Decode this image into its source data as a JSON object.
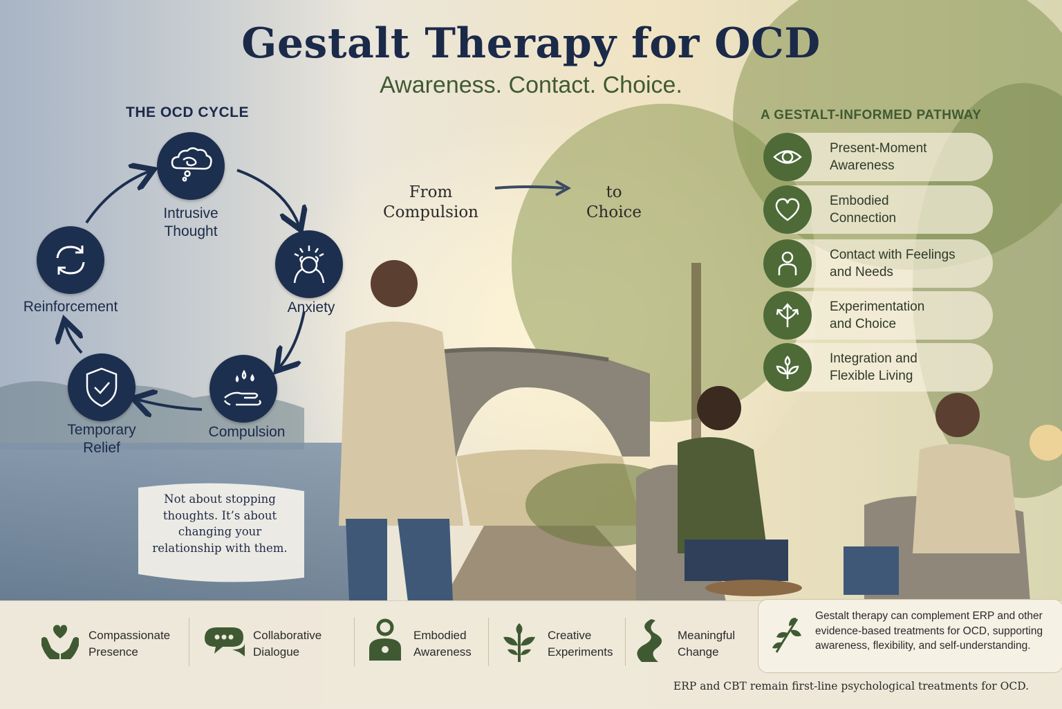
{
  "header": {
    "title": "Gestalt Therapy for OCD",
    "subtitle": "Awareness. Contact. Choice."
  },
  "ocd_cycle": {
    "heading": "THE OCD CYCLE",
    "steps": [
      {
        "label": "Intrusive\nThought",
        "icon": "thought-cloud-icon"
      },
      {
        "label": "Anxiety",
        "icon": "distressed-person-icon"
      },
      {
        "label": "Compulsion",
        "icon": "hand-washing-icon"
      },
      {
        "label": "Temporary\nRelief",
        "icon": "shield-check-icon"
      },
      {
        "label": "Reinforcement",
        "icon": "refresh-cycle-icon"
      }
    ],
    "quote": "Not about stopping thoughts. It’s about changing your relationship with them."
  },
  "transition": {
    "from": "From\nCompulsion",
    "to": "to\nChoice"
  },
  "pathway": {
    "heading": "A GESTALT-INFORMED PATHWAY",
    "items": [
      {
        "label": "Present-Moment\nAwareness",
        "icon": "eye-icon"
      },
      {
        "label": "Embodied\nConnection",
        "icon": "heart-icon"
      },
      {
        "label": "Contact with Feelings\nand Needs",
        "icon": "person-icon"
      },
      {
        "label": "Experimentation\nand Choice",
        "icon": "branching-arrows-icon"
      },
      {
        "label": "Integration and\nFlexible Living",
        "icon": "leaves-icon"
      }
    ]
  },
  "features": [
    {
      "label": "Compassionate\nPresence",
      "icon": "hands-heart-icon"
    },
    {
      "label": "Collaborative\nDialogue",
      "icon": "speech-bubbles-icon"
    },
    {
      "label": "Embodied\nAwareness",
      "icon": "person-body-icon"
    },
    {
      "label": "Creative\nExperiments",
      "icon": "sprout-icon"
    },
    {
      "label": "Meaningful\nChange",
      "icon": "winding-path-icon"
    }
  ],
  "note": {
    "text": "Gestalt therapy can complement ERP and other evidence-based treatments for OCD, supporting awareness, flexibility, and self-understanding.",
    "icon": "leaf-branch-icon"
  },
  "footnote": "ERP and CBT remain first-line psychological treatments for OCD.",
  "colors": {
    "navy": "#1d2f4f",
    "green": "#4e6a37",
    "cream": "#eee8da"
  }
}
